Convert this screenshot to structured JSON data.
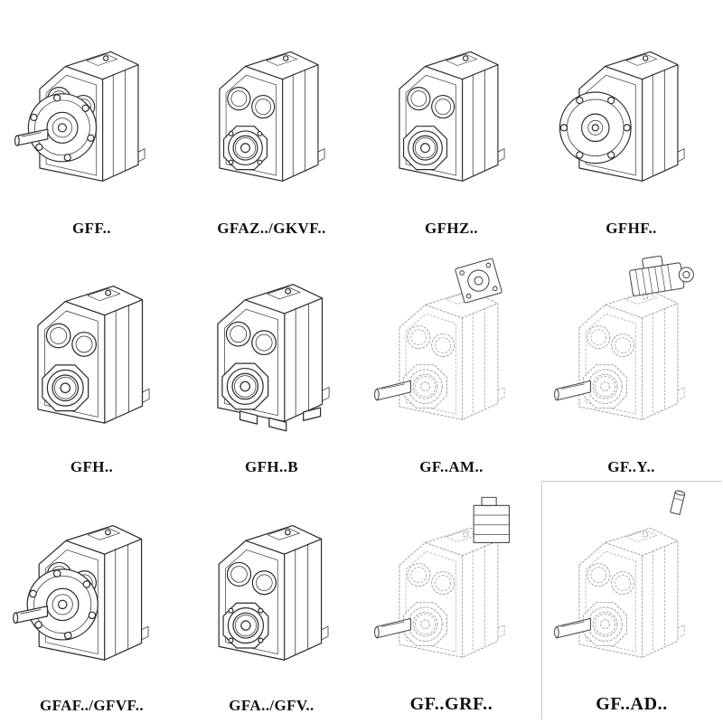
{
  "page": {
    "background": "#ffffff",
    "line_color": "#2b2b2b",
    "dashed_line_color": "#9a9a9a",
    "label_color": "#101010"
  },
  "cells": [
    {
      "label": "GFF..",
      "variant": "flange-with-shaft"
    },
    {
      "label": "GFAZ../GKVF..",
      "variant": "hollow-shaft-bearing"
    },
    {
      "label": "GFHZ..",
      "variant": "hollow-shaft-bearing"
    },
    {
      "label": "GFHF..",
      "variant": "output-flange"
    },
    {
      "label": "GFH..",
      "variant": "hollow-shaft-bearing-large"
    },
    {
      "label": "GFH..B",
      "variant": "hollow-shaft-bearing-foot-mounted"
    },
    {
      "label": "GF..AM..",
      "variant": "dashed-with-input-adapter-flange"
    },
    {
      "label": "GF..Y..",
      "variant": "dashed-with-motor"
    },
    {
      "label": "GFAF../GFVF..",
      "variant": "flange-with-shaft-hollow"
    },
    {
      "label": "GFA../GFV..",
      "variant": "hollow-shaft-bearing"
    },
    {
      "label": "GF..GRF..",
      "variant": "dashed-with-attached-unit"
    },
    {
      "label": "GF..AD..",
      "variant": "dashed-with-input-shaft"
    }
  ]
}
